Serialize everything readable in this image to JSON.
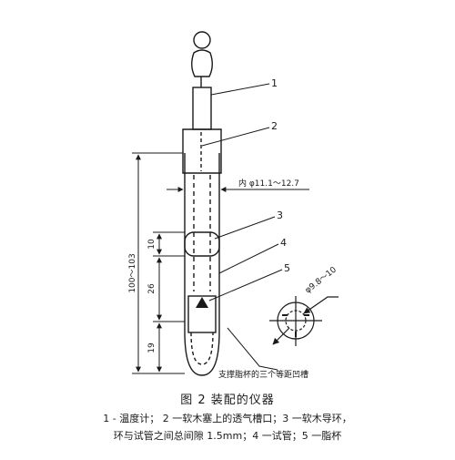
{
  "figure": {
    "title": "图 2   装配的仪器",
    "legend_line1": "1 - 温度计； 2 一软木塞上的透气槽口；3 一软木导环，",
    "legend_line2": "环与试管之间总间隙   1.5mm；4 一试管；5 一脂杯"
  },
  "callouts": [
    "1",
    "2",
    "3",
    "4",
    "5"
  ],
  "dimensions": {
    "total_height": "100～103",
    "inner_diameter": "内 φ11.1～12.7",
    "guide_ring": "10",
    "ring_to_cup": "26",
    "cup_height": "19",
    "cup_diameter": "φ9.8～10"
  },
  "annotations": {
    "grooves": "支撑脂杯的三个等距凹槽"
  }
}
